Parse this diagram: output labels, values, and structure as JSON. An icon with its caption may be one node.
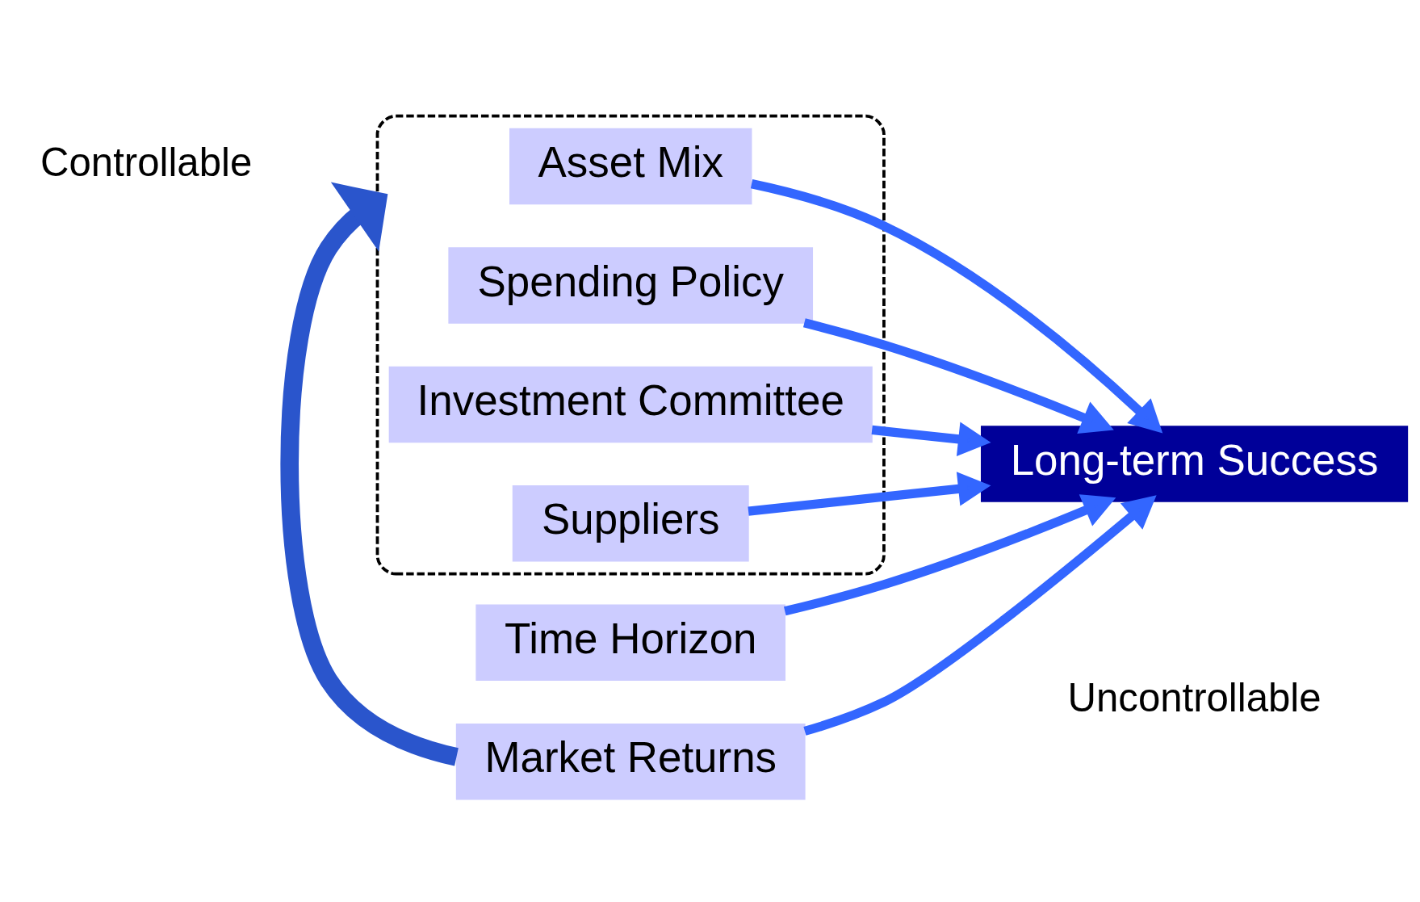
{
  "diagram": {
    "nodes": [
      {
        "text": [],
        "shape": "ellipse"
      },
      {
        "text": [
          "Asset Mix"
        ],
        "in": 0
      },
      {
        "text": [
          "Spending Policy"
        ],
        "in": 0
      },
      {
        "text": [
          "Investment Committee"
        ],
        "in": 0
      },
      {
        "text": [
          "Suppliers"
        ],
        "in": 0
      },
      {
        "text": [
          "Long-term Success"
        ]
      },
      {
        "text": [
          "Market Returns"
        ]
      },
      {
        "text": [
          "Time Horizon"
        ]
      }
    ],
    "edges": [
      {
        "from": 1,
        "to": 5,
        "arrow": "to"
      },
      {
        "from": 2,
        "to": 5,
        "arrow": "to"
      },
      {
        "from": 3,
        "to": 5,
        "arrow": "to"
      },
      {
        "from": 4,
        "to": 5,
        "arrow": "to"
      },
      {
        "from": 6,
        "to": 5,
        "arrow": "to"
      },
      {
        "from": 7,
        "to": 5,
        "arrow": "to"
      },
      {
        "from": 6,
        "to": 0,
        "arrow": "to",
        "style": "thick"
      }
    ],
    "labels": [
      "Controllable",
      "Uncontrollable"
    ]
  }
}
